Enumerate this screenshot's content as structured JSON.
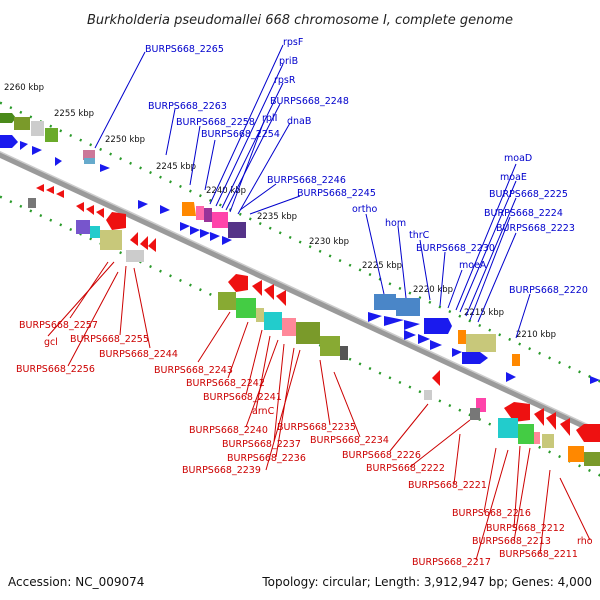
{
  "title": "Burkholderia pseudomallei 668 chromosome I, complete genome",
  "accession": "Accession: NC_009074",
  "topology": "Topology: circular; Length: 3,912,947 bp; Genes: 4,000",
  "colors": {
    "forward_label": "#0000cc",
    "reverse_label": "#cc0000",
    "axis": "#888888",
    "tick_dots": "#2a9a2a"
  },
  "kbp_ticks": [
    "2260 kbp",
    "2255 kbp",
    "2250 kbp",
    "2245 kbp",
    "2240 kbp",
    "2235 kbp",
    "2230 kbp",
    "2225 kbp",
    "2220 kbp",
    "2215 kbp",
    "2210 kbp"
  ],
  "forward_labels": [
    "BURPS668_2265",
    "rpsF",
    "priB",
    "rpsR",
    "BURPS668_2248",
    "BURPS668_2263",
    "BURPS668_2258",
    "rplI",
    "dnaB",
    "BURPS668_2254",
    "BURPS668_2246",
    "BURPS668_2245",
    "ortho",
    "hom",
    "thrC",
    "BURPS668_2230",
    "moeA",
    "moaD",
    "moaE",
    "BURPS668_2225",
    "BURPS668_2224",
    "BURPS668_2223",
    "BURPS668_2220"
  ],
  "reverse_labels": [
    "BURPS668_2257",
    "gcl",
    "BURPS668_2255",
    "BURPS668_2244",
    "BURPS668_2256",
    "BURPS668_2243",
    "BURPS668_2242",
    "BURPS668_2241",
    "arnC",
    "BURPS668_2240",
    "BURPS668_2237",
    "BURPS668_2236",
    "BURPS668_2239",
    "BURPS668_2235",
    "BURPS668_2234",
    "BURPS668_2226",
    "BURPS668_2222",
    "BURPS668_2221",
    "BURPS668_2216",
    "BURPS668_2212",
    "BURPS668_2213",
    "BURPS668_2211",
    "BURPS668_2217",
    "rho"
  ]
}
